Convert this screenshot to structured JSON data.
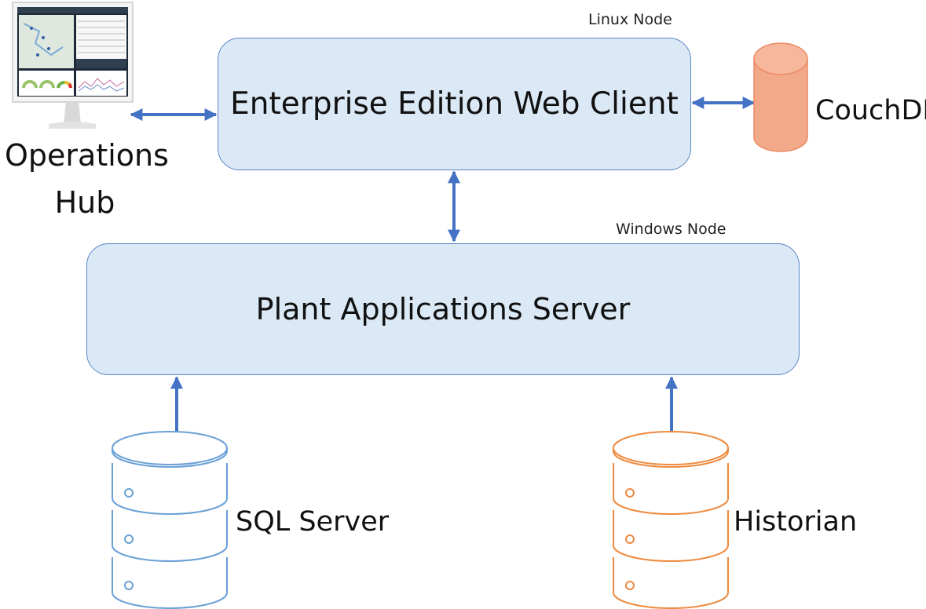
{
  "nodes": {
    "linux_node": "Linux Node",
    "windows_node": "Windows Node"
  },
  "boxes": {
    "web_client": "Enterprise Edition Web Client",
    "server": "Plant Applications Server"
  },
  "external": {
    "ops_hub": "Operations Hub",
    "couchdb": "CouchDB",
    "sql_server": "SQL Server",
    "historian": "Historian"
  },
  "colors": {
    "box_fill": "#dbe8f5",
    "box_border": "#5b86c8",
    "arrow": "#4472c4",
    "couchdb_fill": "#f2a98a",
    "couchdb_stroke": "#ec8a63",
    "sql_stroke": "#6aa0d6",
    "historian_stroke": "#ee8a3e"
  },
  "icons": {
    "monitor": "dashboard-monitor-icon",
    "couchdb": "cylinder-database-icon",
    "sql": "stacked-database-icon",
    "historian": "stacked-database-icon"
  }
}
